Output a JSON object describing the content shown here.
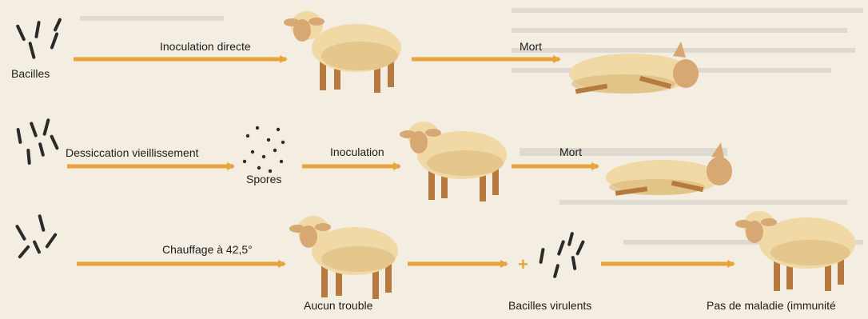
{
  "row1": {
    "bacteria_label": "Bacilles",
    "step1_label": "Inoculation directe",
    "step2_label": "Mort"
  },
  "row2": {
    "step1_label": "Dessiccation vieillissement",
    "spores_label": "Spores",
    "step2_label": "Inoculation",
    "step3_label": "Mort"
  },
  "row3": {
    "step1_label": "Chauffage à 42,5°",
    "result_label": "Aucun trouble",
    "plus_sign": "+",
    "virulent_label": "Bacilles virulents",
    "outcome_label": "Pas de maladie (immunité"
  },
  "colors": {
    "arrow": "#e8a33c",
    "bacillus": "#2a2a2a",
    "wool": "#f1d9a6",
    "wool_shade": "#d9b574",
    "leg": "#b67a3e",
    "face": "#d8a874",
    "background": "#f3ede2"
  }
}
